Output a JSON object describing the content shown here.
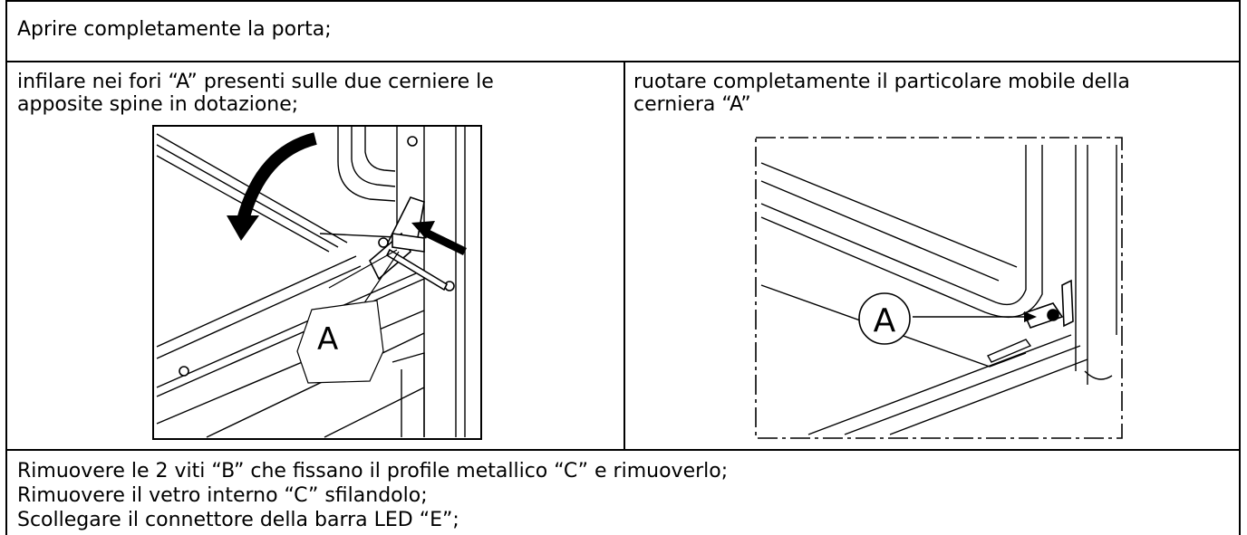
{
  "steps": {
    "row1": "Aprire completamente la porta;",
    "row2_left": {
      "line1": "infilare nei fori “A” presenti sulle due cerniere le",
      "line2": "apposite spine in dotazione;"
    },
    "row2_right": {
      "line1": "ruotare completamente il particolare mobile della",
      "line2": "cerniera “A”"
    },
    "row3": {
      "line1": "Rimuovere le 2 viti “B” che fissano il profile metallico “C” e rimuoverlo;",
      "line2": "Rimuovere il vetro interno “C” sfilandolo;",
      "line3": "Scollegare il connettore della barra LED “E”;"
    }
  },
  "figures": {
    "left_label": "A",
    "right_label": "A"
  }
}
